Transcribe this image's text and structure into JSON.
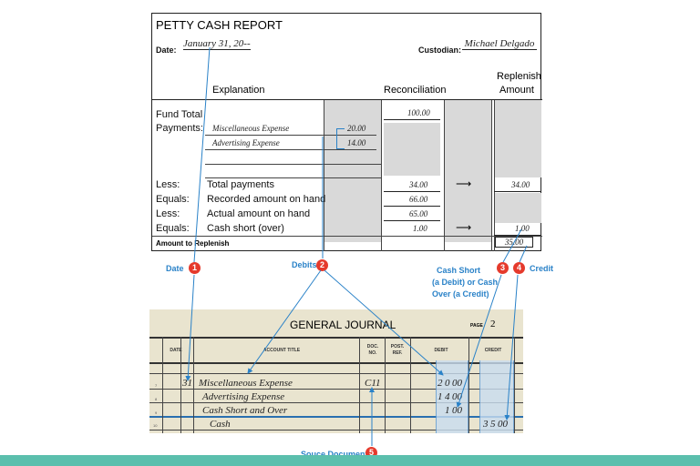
{
  "report": {
    "title": "PETTY CASH REPORT",
    "date_label": "Date:",
    "date_value": "January 31, 20--",
    "custodian_label": "Custodian:",
    "custodian_value": "Michael Delgado",
    "col_explanation": "Explanation",
    "col_reconciliation": "Reconciliation",
    "col_replenish_1": "Replenish",
    "col_replenish_2": "Amount",
    "fund_total_1": "Fund Total",
    "fund_total_value": "100.00",
    "payments_label": "Payments:",
    "payment_items": [
      {
        "desc": "Miscellaneous Expense",
        "amount": "20.00"
      },
      {
        "desc": "Advertising Expense",
        "amount": "14.00"
      }
    ],
    "rows": [
      {
        "prefix": "Less:",
        "text": "Total payments",
        "recon": "34.00",
        "arrow": true,
        "replenish": "34.00"
      },
      {
        "prefix": "Equals:",
        "text": "Recorded amount on hand",
        "recon": "66.00",
        "arrow": false,
        "replenish": ""
      },
      {
        "prefix": "Less:",
        "text": "Actual amount on hand",
        "recon": "65.00",
        "arrow": false,
        "replenish": ""
      },
      {
        "prefix": "Equals:",
        "text": "Cash short (over)",
        "recon": "1.00",
        "arrow": true,
        "replenish": "1.00"
      }
    ],
    "amount_to_replenish": "Amount to Replenish",
    "replenish_total": "35.00"
  },
  "annotations": {
    "date": {
      "label": "Date",
      "num": "1"
    },
    "debits": {
      "label": "Debits",
      "num": "2"
    },
    "cash_short": {
      "label_1": "Cash Short",
      "label_2": "(a Debit) or Cash",
      "label_3": "Over (a Credit)",
      "num": "3"
    },
    "credit": {
      "label": "Credit",
      "num": "4"
    },
    "source": {
      "label": "Souce Document",
      "num": "5"
    }
  },
  "journal": {
    "title": "GENERAL JOURNAL",
    "page_label": "PAGE",
    "page_num": "2",
    "headers": {
      "date": "DATE",
      "account": "ACCOUNT TITLE",
      "doc_1": "DOC.",
      "doc_2": "NO.",
      "post_1": "POST.",
      "post_2": "REF.",
      "debit": "DEBIT",
      "credit": "CREDIT"
    },
    "row_numbers": [
      "7",
      "8",
      "9",
      "10"
    ],
    "entries": [
      {
        "day": "31",
        "account": "Miscellaneous Expense",
        "doc": "C11",
        "debit": [
          "2",
          "0",
          "00"
        ],
        "credit": [
          "",
          "",
          ""
        ]
      },
      {
        "day": "",
        "account": "Advertising Expense",
        "doc": "",
        "debit": [
          "1",
          "4",
          "00"
        ],
        "credit": [
          "",
          "",
          ""
        ]
      },
      {
        "day": "",
        "account": "Cash Short and Over",
        "doc": "",
        "debit": [
          "",
          "1",
          "00"
        ],
        "credit": [
          "",
          "",
          ""
        ]
      },
      {
        "day": "",
        "account": "Cash",
        "doc": "",
        "debit": [
          "",
          "",
          ""
        ],
        "credit": [
          "3",
          "5",
          "00"
        ]
      }
    ]
  },
  "colors": {
    "annotation_blue": "#2a82c8",
    "badge_red": "#e53a2c",
    "footer_teal": "#5bbfad",
    "journal_tan": "#e9e4cf"
  }
}
